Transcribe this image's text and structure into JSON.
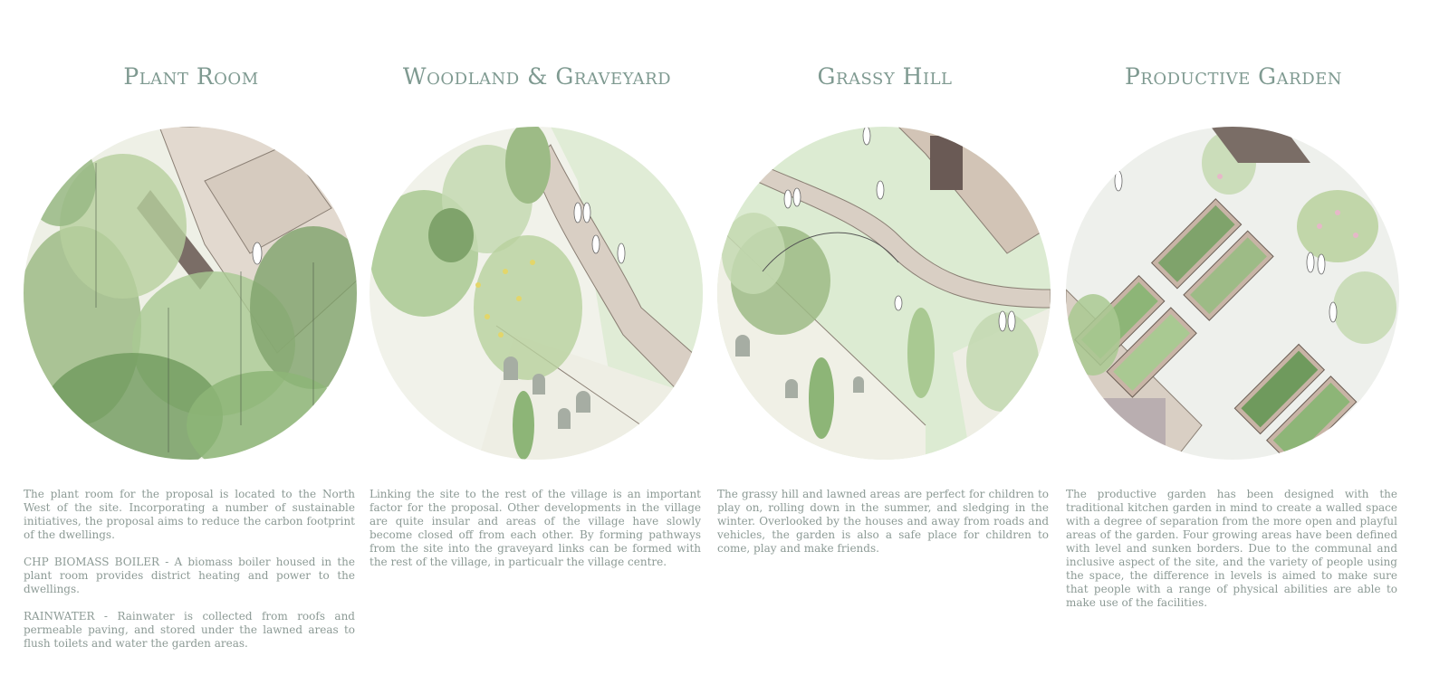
{
  "panels": [
    {
      "title": "Plant Room",
      "paragraphs": [
        "The plant room for the proposal is located to the North West of the site. Incorporating a number of sustainable initiatives, the proposal aims to reduce the carbon footprint of the dwellings.",
        "CHP BIOMASS BOILER - A biomass boiler housed in the plant room provides district heating and power to the dwellings.",
        "RAINWATER - Rainwater is collected from roofs and permeable paving, and stored under the lawned areas to flush toilets and water the garden areas."
      ]
    },
    {
      "title": "Woodland & Graveyard",
      "paragraphs": [
        "Linking the site to the rest of the village is an important factor for the proposal. Other developments in the village are quite insular and areas of the village have slowly become closed off from each other. By forming pathways from the site into the graveyard links can be formed with the rest of the village, in particualr the village centre."
      ]
    },
    {
      "title": "Grassy Hill",
      "paragraphs": [
        "The grassy hill and lawned areas are perfect for children to play on, rolling down in the summer, and sledging in the winter. Overlooked by the houses and away from roads and vehicles, the garden is also a safe place for children to come, play and make friends."
      ]
    },
    {
      "title": "Productive Garden",
      "paragraphs": [
        "The productive garden has been designed with the traditional kitchen garden in mind to create a walled space with a degree of separation from the more open and playful areas of the garden. Four growing areas have been defined with level and sunken borders. Due to the communal and inclusive aspect of the site, and the variety of people using the space, the difference in levels is aimed to make sure that people with a range of physical abilities are able to make use of the facilities."
      ]
    }
  ],
  "colors": {
    "title": "#7f9a91",
    "body_text": "#8c9a95",
    "lawn": "#dcebd2",
    "path": "#d9cfc4",
    "tree": "#8fb27a"
  }
}
